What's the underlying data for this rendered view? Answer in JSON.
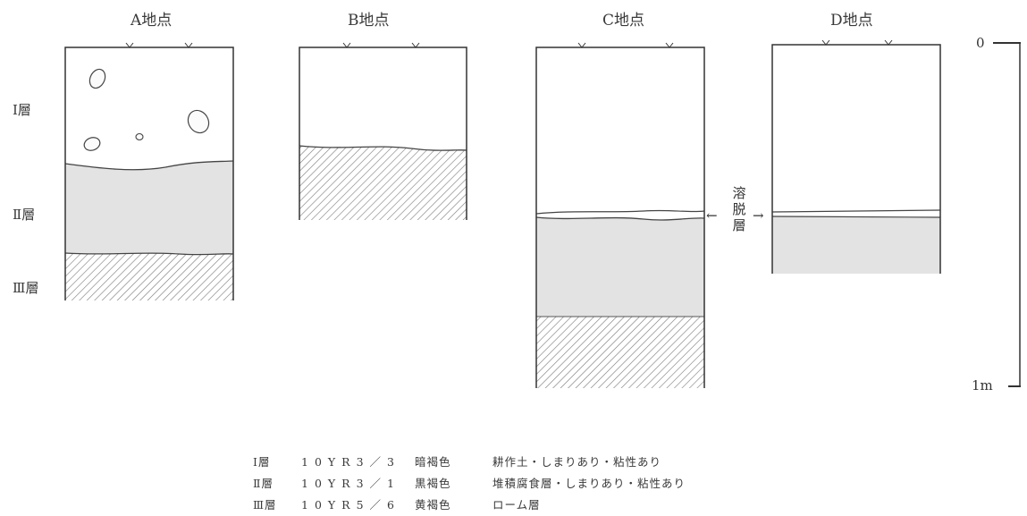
{
  "sites": [
    {
      "name": "A地点"
    },
    {
      "name": "B地点"
    },
    {
      "name": "C地点"
    },
    {
      "name": "D地点"
    }
  ],
  "layers": [
    {
      "label": "Ⅰ層",
      "code": "10YR3／3",
      "color_name": "暗褐色",
      "description": "耕作土・しまりあり・粘性あり"
    },
    {
      "label": "Ⅱ層",
      "code": "10YR3／1",
      "color_name": "黒褐色",
      "description": "堆積腐食層・しまりあり・粘性あり"
    },
    {
      "label": "Ⅲ層",
      "code": "10YR5／6",
      "color_name": "黄褐色",
      "description": "ローム層"
    }
  ],
  "eluviation_label": "溶脱層",
  "scale": {
    "top": "0",
    "bottom": "1m"
  },
  "colors": {
    "layer2_fill": "#e3e3e3",
    "layer3_hatch": "#7a7a7a",
    "line": "#333333"
  }
}
